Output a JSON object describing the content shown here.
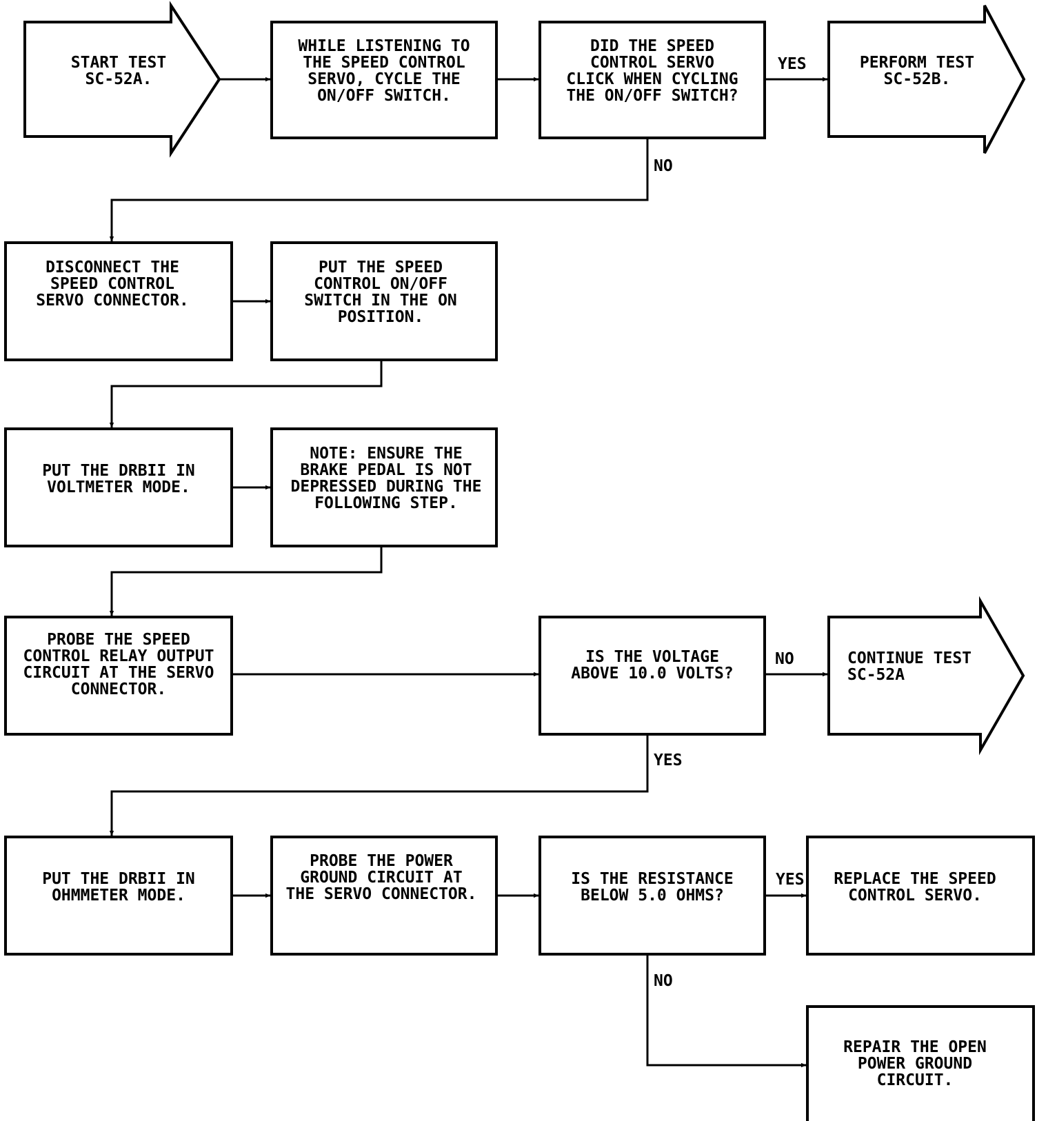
{
  "nodes": {
    "start_test": [
      "START TEST",
      "SC-52A."
    ],
    "listen_cycle": [
      "WHILE LISTENING TO",
      "THE SPEED CONTROL",
      "SERVO, CYCLE THE",
      "ON/OFF SWITCH."
    ],
    "servo_click_question": [
      "DID THE SPEED",
      "CONTROL SERVO",
      "CLICK WHEN CYCLING",
      "THE ON/OFF SWITCH?"
    ],
    "perform_test_b": [
      "PERFORM TEST",
      "SC-52B."
    ],
    "disconnect_connector": [
      "DISCONNECT THE",
      "SPEED CONTROL",
      "SERVO CONNECTOR."
    ],
    "switch_on": [
      "PUT THE SPEED",
      "CONTROL ON/OFF",
      "SWITCH IN THE ON",
      "POSITION."
    ],
    "voltmeter_mode": [
      "PUT THE DRBII IN",
      "VOLTMETER MODE."
    ],
    "brake_note": [
      "NOTE:  ENSURE THE",
      "BRAKE PEDAL IS NOT",
      "DEPRESSED DURING THE",
      "FOLLOWING STEP."
    ],
    "probe_relay_output": [
      "PROBE THE SPEED",
      "CONTROL RELAY OUTPUT",
      "CIRCUIT AT THE SERVO",
      "CONNECTOR."
    ],
    "voltage_question": [
      "IS THE VOLTAGE",
      "ABOVE 10.0 VOLTS?"
    ],
    "continue_test": [
      "CONTINUE TEST",
      "SC-52A"
    ],
    "ohmmeter_mode": [
      "PUT THE DRBII IN",
      "OHMMETER MODE."
    ],
    "probe_power_ground": [
      "PROBE THE POWER",
      "GROUND CIRCUIT AT",
      "THE SERVO CONNECTOR."
    ],
    "resistance_question": [
      "IS THE RESISTANCE",
      "BELOW 5.0 OHMS?"
    ],
    "replace_servo": [
      "REPLACE THE SPEED",
      "CONTROL SERVO."
    ],
    "repair_ground": [
      "REPAIR THE OPEN",
      "POWER GROUND",
      "CIRCUIT."
    ]
  },
  "edge_labels": {
    "click_yes": "YES",
    "click_no": "NO",
    "voltage_no": "NO",
    "voltage_yes": "YES",
    "resistance_yes": "YES",
    "resistance_no": "NO"
  }
}
